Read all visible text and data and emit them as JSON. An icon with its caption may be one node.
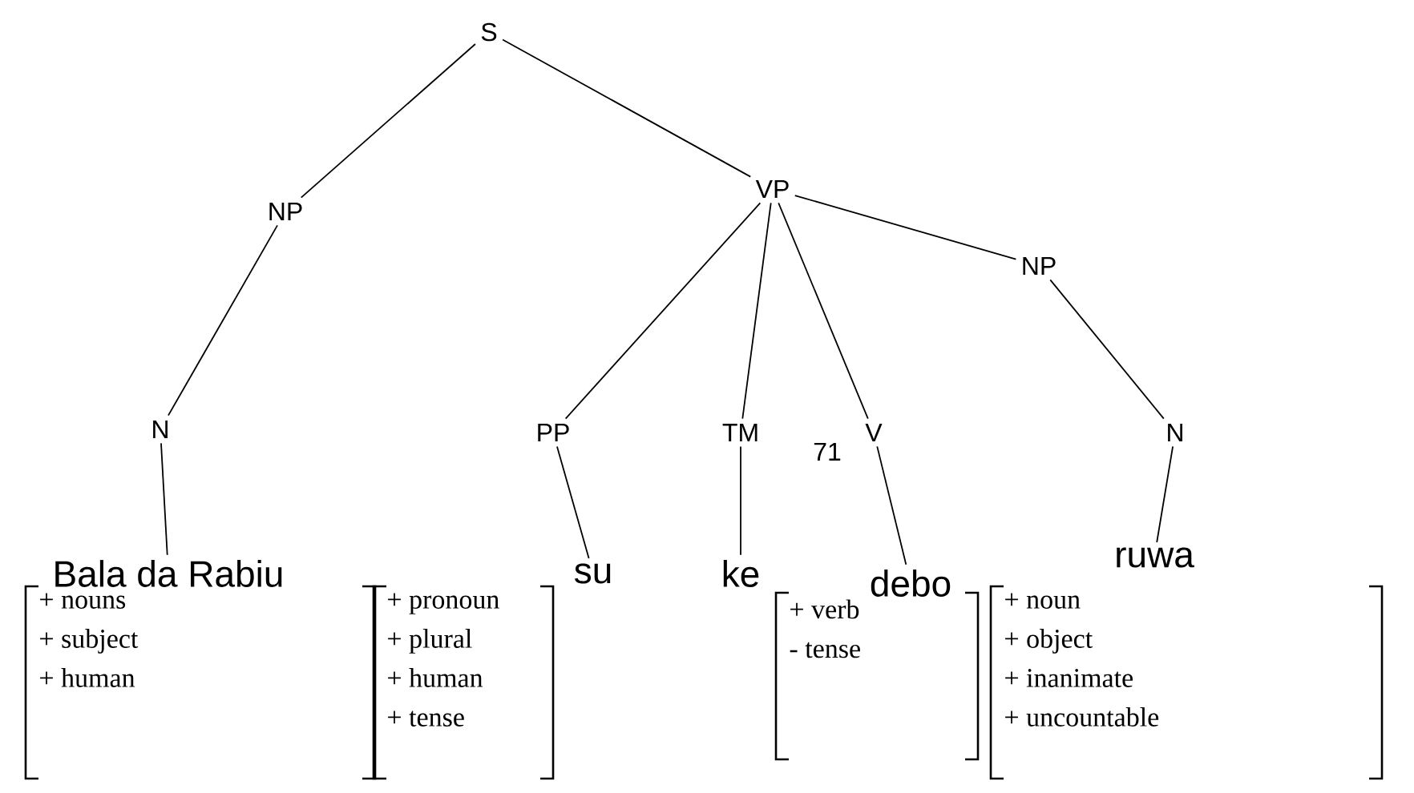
{
  "diagram": {
    "nodes": [
      {
        "text": [
          "S"
        ]
      },
      {
        "text": [
          "NP"
        ]
      },
      {
        "text": [
          "VP"
        ]
      },
      {
        "text": [
          "NP"
        ]
      },
      {
        "text": [
          "N"
        ]
      },
      {
        "text": [
          "PP"
        ]
      },
      {
        "text": [
          "TM"
        ]
      },
      {
        "text": [
          "V"
        ]
      },
      {
        "text": [
          "N"
        ]
      },
      {
        "text": [
          "Bala da Rabiu"
        ]
      },
      {
        "text": [
          "su"
        ]
      },
      {
        "text": [
          "ke"
        ]
      },
      {
        "text": [
          "debo"
        ]
      },
      {
        "text": [
          "ruwa"
        ]
      },
      {
        "text": [
          "+ nouns",
          "+ subject",
          "+ human"
        ]
      },
      {
        "text": [
          "+ pronoun",
          "+ plural",
          "+ human",
          "+ tense"
        ]
      },
      {
        "text": [
          "+ verb",
          "- tense"
        ]
      },
      {
        "text": [
          "+ noun",
          "+ object",
          "+ inanimate",
          "+ uncountable"
        ]
      }
    ],
    "edges": [
      {
        "from": 0,
        "to": 1,
        "arrow": "none"
      },
      {
        "from": 0,
        "to": 2,
        "arrow": "none"
      },
      {
        "from": 1,
        "to": 4,
        "arrow": "none"
      },
      {
        "from": 2,
        "to": 5,
        "arrow": "none"
      },
      {
        "from": 2,
        "to": 6,
        "arrow": "none"
      },
      {
        "from": 2,
        "to": 7,
        "arrow": "none"
      },
      {
        "from": 2,
        "to": 3,
        "arrow": "none"
      },
      {
        "from": 3,
        "to": 8,
        "arrow": "none"
      },
      {
        "from": 4,
        "to": 9,
        "arrow": "none"
      },
      {
        "from": 5,
        "to": 10,
        "arrow": "none"
      },
      {
        "from": 6,
        "to": 11,
        "arrow": "none"
      },
      {
        "from": 7,
        "to": 12,
        "arrow": "none"
      },
      {
        "from": 8,
        "to": 13,
        "arrow": "none"
      }
    ],
    "labels": [
      "71"
    ]
  }
}
